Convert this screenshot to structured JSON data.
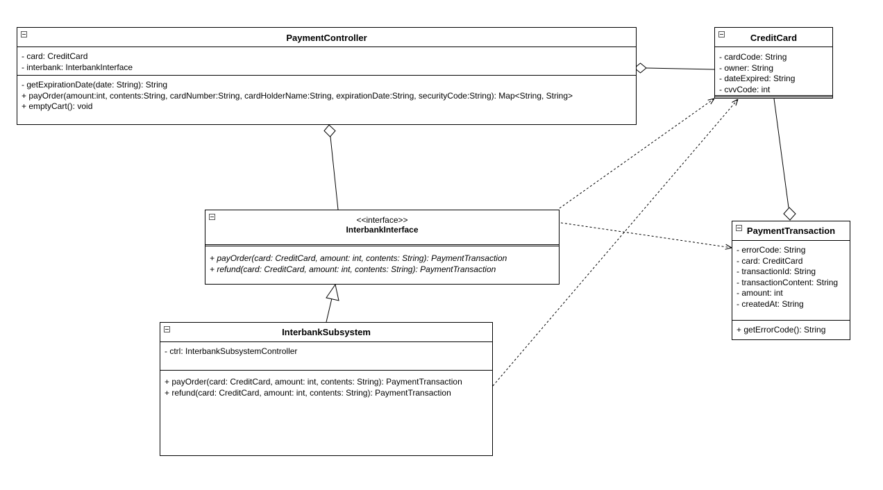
{
  "diagram": {
    "classes": {
      "payment_controller": {
        "name": "PaymentController",
        "attributes": [
          "- card: CreditCard",
          "- interbank: InterbankInterface"
        ],
        "operations": [
          "- getExpirationDate(date: String): String",
          "+ payOrder(amount:int, contents:String, cardNumber:String, cardHolderName:String, expirationDate:String, securityCode:String): Map<String, String>",
          "+ emptyCart(): void"
        ]
      },
      "credit_card": {
        "name": "CreditCard",
        "attributes": [
          "- cardCode: String",
          "- owner: String",
          "- dateExpired: String",
          "- cvvCode: int"
        ],
        "operations": []
      },
      "interbank_interface": {
        "stereotype": "<<interface>>",
        "name": "InterbankInterface",
        "attributes": [],
        "operations": [
          "+ payOrder(card: CreditCard, amount: int, contents: String): PaymentTransaction",
          "+ refund(card: CreditCard, amount: int, contents: String): PaymentTransaction"
        ]
      },
      "payment_transaction": {
        "name": "PaymentTransaction",
        "attributes": [
          "- errorCode: String",
          "- card: CreditCard",
          "- transactionId: String",
          "- transactionContent: String",
          "- amount: int",
          "- createdAt: String"
        ],
        "operations": [
          "+ getErrorCode(): String"
        ]
      },
      "interbank_subsystem": {
        "name": "InterbankSubsystem",
        "attributes": [
          "- ctrl: InterbankSubsystemController"
        ],
        "operations": [
          "+ payOrder(card: CreditCard, amount: int, contents: String): PaymentTransaction",
          "+ refund(card: CreditCard, amount: int, contents: String): PaymentTransaction"
        ]
      }
    },
    "relations": [
      {
        "id": "pc-cc",
        "from": "CreditCard",
        "to": "PaymentController",
        "kind": "aggregation"
      },
      {
        "id": "pc-ii",
        "from": "InterbankInterface",
        "to": "PaymentController",
        "kind": "aggregation"
      },
      {
        "id": "is-ii",
        "from": "InterbankSubsystem",
        "to": "InterbankInterface",
        "kind": "realization"
      },
      {
        "id": "ii-cc",
        "from": "InterbankInterface",
        "to": "CreditCard",
        "kind": "dependency"
      },
      {
        "id": "is-cc",
        "from": "InterbankSubsystem",
        "to": "CreditCard",
        "kind": "dependency"
      },
      {
        "id": "ii-pt",
        "from": "InterbankInterface",
        "to": "PaymentTransaction",
        "kind": "dependency"
      },
      {
        "id": "cc-pt",
        "from": "CreditCard",
        "to": "PaymentTransaction",
        "kind": "aggregation"
      }
    ],
    "colors": {
      "line": "#000000",
      "background": "#ffffff"
    },
    "icons": {
      "collapse": "collapse-toggle-icon"
    }
  }
}
